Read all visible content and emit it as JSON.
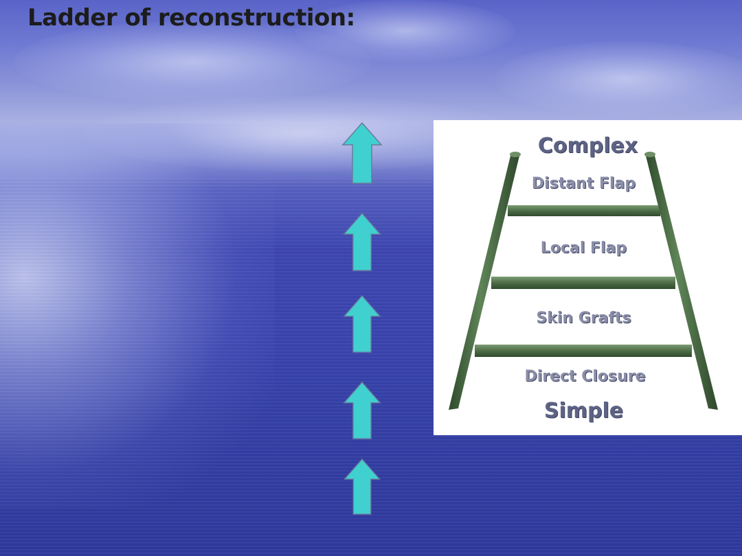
{
  "slide": {
    "title": "Ladder of reconstruction:"
  },
  "arrows": {
    "count": 5,
    "color": "#40d0d0",
    "direction": "up"
  },
  "ladder": {
    "top_label": "Complex",
    "bottom_label": "Simple",
    "rungs": [
      "Distant Flap",
      "Local Flap",
      "Skin Grafts",
      "Direct Closure"
    ],
    "rail_color": "#4a6a44"
  }
}
